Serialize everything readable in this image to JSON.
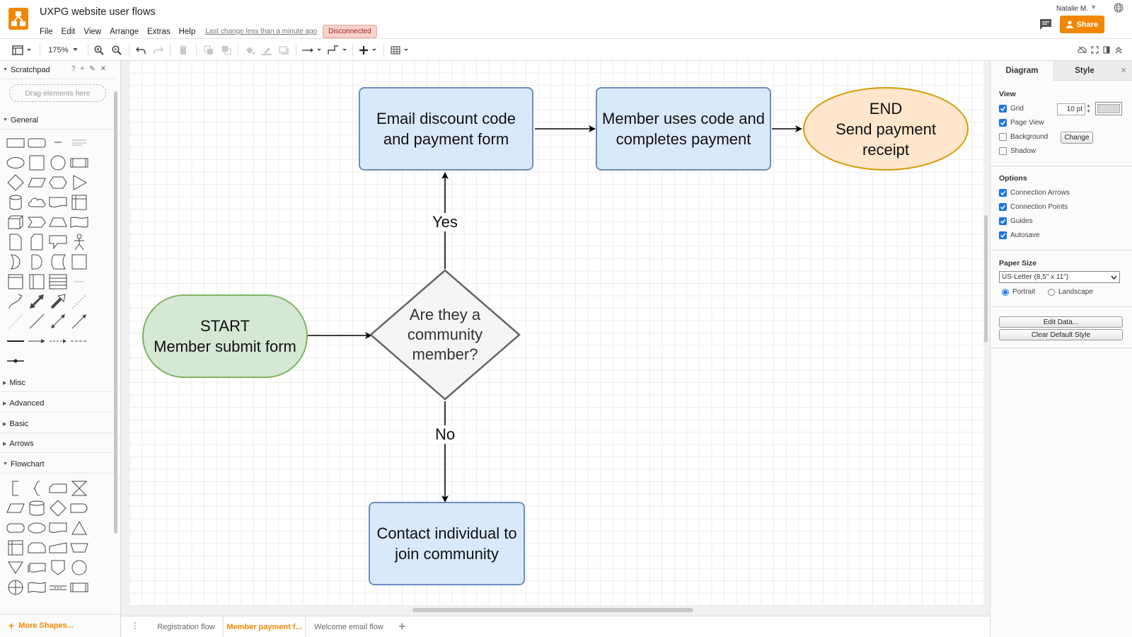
{
  "app": {
    "title": "UXPG website user flows",
    "last_change": "Last change less than a minute ago",
    "status": "Disconnected",
    "user": "Natalie M.",
    "share_label": "Share",
    "accent_color": "#f08705"
  },
  "menu": [
    "File",
    "Edit",
    "View",
    "Arrange",
    "Extras",
    "Help"
  ],
  "toolbar": {
    "zoom": "175%",
    "icons": [
      "page-format-icon",
      "zoom-in-icon",
      "zoom-out-icon",
      "undo-icon",
      "redo-icon",
      "delete-icon",
      "to-front-icon",
      "to-back-icon",
      "fill-color-icon",
      "line-color-icon",
      "shadow-icon",
      "connection-icon",
      "waypoints-icon",
      "insert-icon",
      "table-icon",
      "no-cloud-icon",
      "fullscreen-icon",
      "format-panel-icon",
      "collapse-icon"
    ]
  },
  "sidebar": {
    "scratchpad": "Scratchpad",
    "scratch_tools": [
      "?",
      "+",
      "✎",
      "✕"
    ],
    "drag_hint": "Drag elements here",
    "sections": [
      "General",
      "Misc",
      "Advanced",
      "Basic",
      "Arrows",
      "Flowchart"
    ],
    "more_shapes": "More Shapes..."
  },
  "diagram": {
    "nodes": {
      "start": "START\nMember submit form",
      "decision": "Are they a\ncommunity\nmember?",
      "email": "Email discount code\nand payment form",
      "member_uses": "Member uses code and\ncompletes payment",
      "end": "END\nSend payment\nreceipt",
      "contact": "Contact individual to\njoin community"
    },
    "edge_labels": {
      "yes": "Yes",
      "no": "No"
    },
    "colors": {
      "process_fill": "#dae8fc",
      "process_stroke": "#6c8ebf",
      "start_fill": "#d5e8d4",
      "start_stroke": "#82b366",
      "end_fill": "#ffe6cc",
      "end_stroke": "#d79b00",
      "decision_fill": "#f5f5f5",
      "decision_stroke": "#666666"
    }
  },
  "pages": {
    "tabs": [
      "Registration flow",
      "Member payment f...",
      "Welcome email flow"
    ],
    "active": "Member payment f..."
  },
  "format_panel": {
    "tabs": [
      "Diagram",
      "Style"
    ],
    "view_title": "View",
    "grid_label": "Grid",
    "grid_size": "10 pt",
    "page_view_label": "Page View",
    "background_label": "Background",
    "change_label": "Change",
    "shadow_label": "Shadow",
    "options_title": "Options",
    "connection_arrows": "Connection Arrows",
    "connection_points": "Connection Points",
    "guides": "Guides",
    "autosave": "Autosave",
    "paper_title": "Paper Size",
    "paper_size": "US-Letter (8,5\" x 11\")",
    "portrait": "Portrait",
    "landscape": "Landscape",
    "edit_data": "Edit Data...",
    "clear_style": "Clear Default Style",
    "checkbox_color": "#1a73e8"
  }
}
